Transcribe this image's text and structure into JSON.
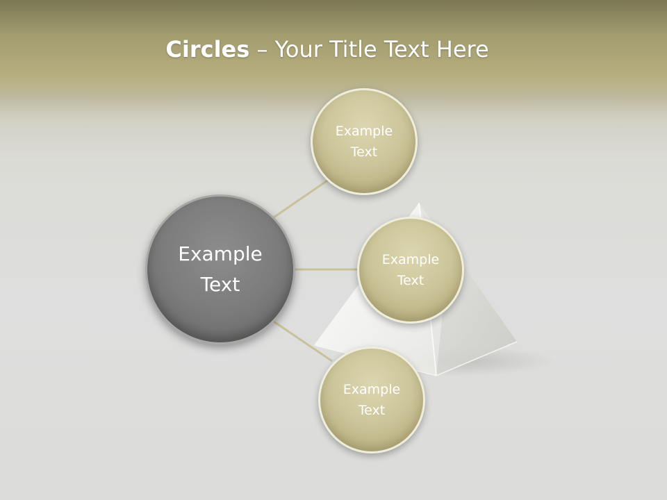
{
  "title": {
    "bold": "Circles",
    "rest": " – Your Title Text Here"
  },
  "colors": {
    "accent": "#b6ae7f",
    "center_circle": "#7a7a7a",
    "connector": "#c8c19a"
  },
  "diagram": {
    "center": {
      "line1": "Example",
      "line2": "Text"
    },
    "nodes": [
      {
        "line1": "Example",
        "line2": "Text"
      },
      {
        "line1": "Example",
        "line2": "Text"
      },
      {
        "line1": "Example",
        "line2": "Text"
      }
    ]
  }
}
